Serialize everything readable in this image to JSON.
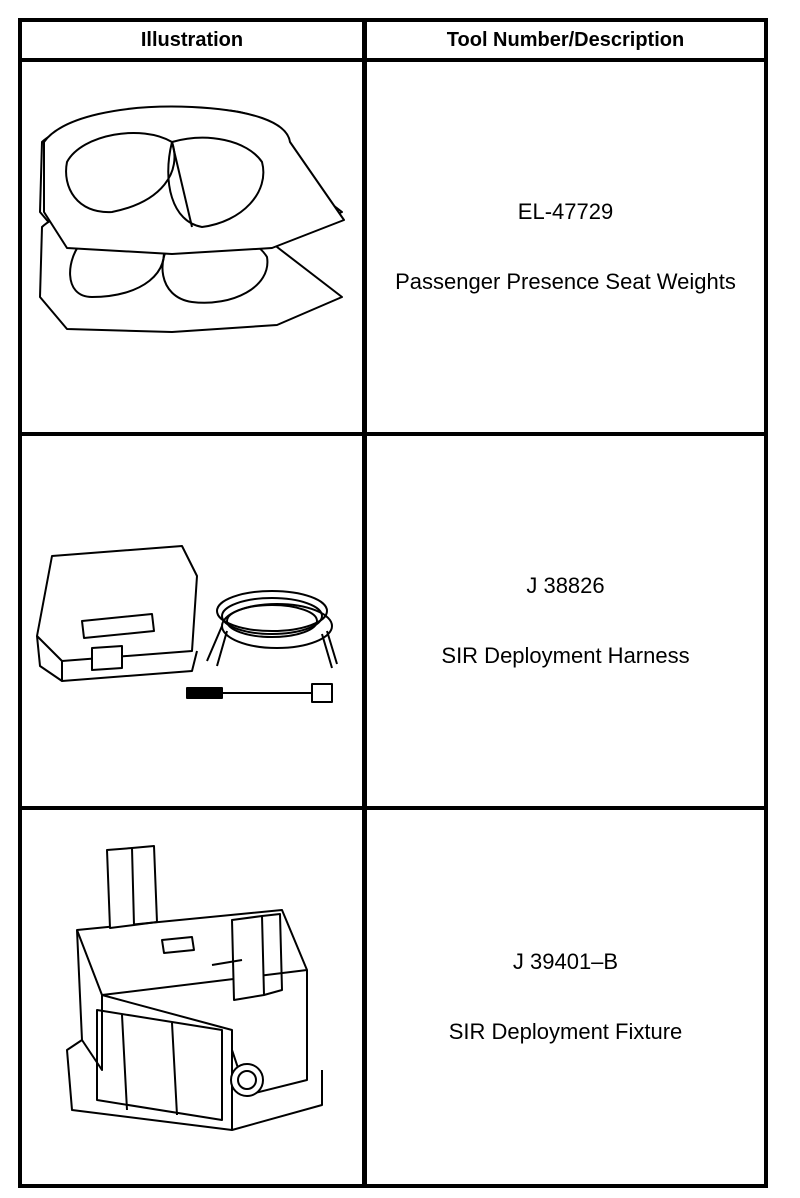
{
  "table": {
    "headers": [
      "Illustration",
      "Tool Number/Description"
    ],
    "rows": [
      {
        "tool_number": "EL-47729",
        "description": "Passenger Presence Seat Weights",
        "illustration": "seat-weights-icon"
      },
      {
        "tool_number": "J 38826",
        "description": "SIR Deployment Harness",
        "illustration": "deployment-harness-icon"
      },
      {
        "tool_number": "J 39401–B",
        "description": "SIR Deployment Fixture",
        "illustration": "deployment-fixture-icon"
      }
    ]
  }
}
